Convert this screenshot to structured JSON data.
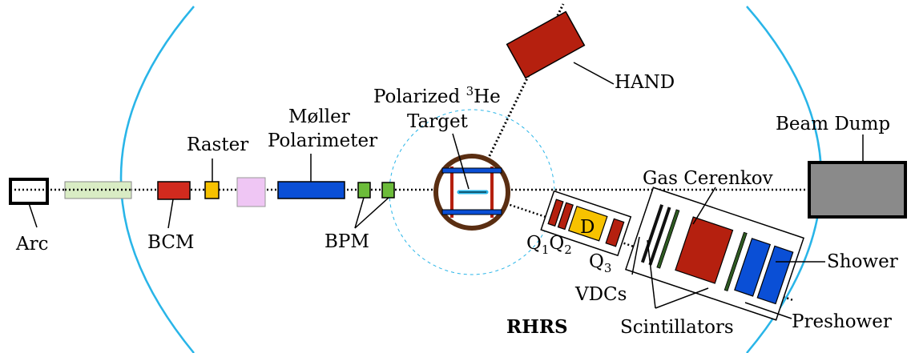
{
  "labels": {
    "arc": "Arc",
    "bcm": "BCM",
    "raster": "Raster",
    "moller_1": "Møller",
    "moller_2": "Polarimeter",
    "bpm": "BPM",
    "target_1": "Polarized",
    "target_sup": "3",
    "target_2": "He",
    "target_3": "Target",
    "hand": "HAND",
    "beam_dump": "Beam Dump",
    "gas_cerenkov": "Gas Cerenkov",
    "q_letter": "Q",
    "q1_sub": "1",
    "q2_sub": "2",
    "q3_sub": "3",
    "dipole": "D",
    "vdcs": "VDCs",
    "scintillators": "Scintillators",
    "shower": "Shower",
    "preshower": "Preshower",
    "rhrs": "RHRS"
  },
  "colors": {
    "hall_wall": "#29b5e8",
    "green_pipe": "#d9ecc4",
    "bcm_red": "#d12a1e",
    "raster_yellow": "#f7c200",
    "pink": "#efc6f4",
    "blue": "#0a4fd6",
    "bpm_green": "#6cbc3a",
    "dark_red": "#b5200f",
    "dipole_yellow": "#f7c200",
    "dump_gray": "#8a8a8a",
    "target_brown": "#5a2e12",
    "scint_green": "#2e5a22"
  }
}
